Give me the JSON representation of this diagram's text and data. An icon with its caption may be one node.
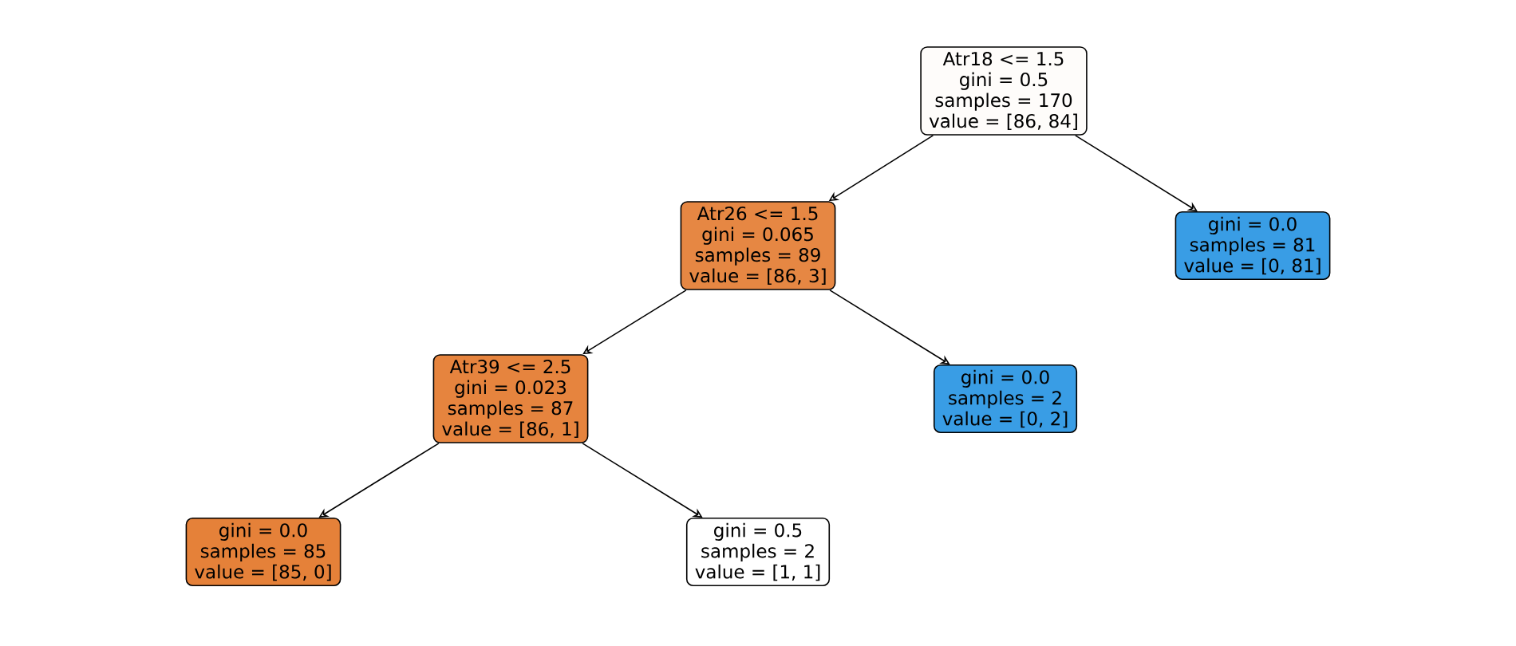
{
  "diagram": {
    "nodes": [
      {
        "text": [
          "Atr18 <= 1.5",
          "gini = 0.5",
          "samples = 170",
          "value = [86, 84]"
        ]
      },
      {
        "text": [
          "Atr26 <= 1.5",
          "gini = 0.065",
          "samples = 89",
          "value = [86, 3]"
        ]
      },
      {
        "text": [
          "gini = 0.0",
          "samples = 81",
          "value = [0, 81]"
        ]
      },
      {
        "text": [
          "Atr39 <= 2.5",
          "gini = 0.023",
          "samples = 87",
          "value = [86, 1]"
        ]
      },
      {
        "text": [
          "gini = 0.0",
          "samples = 2",
          "value = [0, 2]"
        ]
      },
      {
        "text": [
          "gini = 0.0",
          "samples = 85",
          "value = [85, 0]"
        ]
      },
      {
        "text": [
          "gini = 0.5",
          "samples = 2",
          "value = [1, 1]"
        ]
      }
    ],
    "edges": [
      {
        "from": 0,
        "to": 1,
        "arrow": "to"
      },
      {
        "from": 0,
        "to": 2,
        "arrow": "to"
      },
      {
        "from": 1,
        "to": 3,
        "arrow": "to"
      },
      {
        "from": 1,
        "to": 4,
        "arrow": "to"
      },
      {
        "from": 3,
        "to": 5,
        "arrow": "to"
      },
      {
        "from": 3,
        "to": 6,
        "arrow": "to"
      }
    ]
  }
}
